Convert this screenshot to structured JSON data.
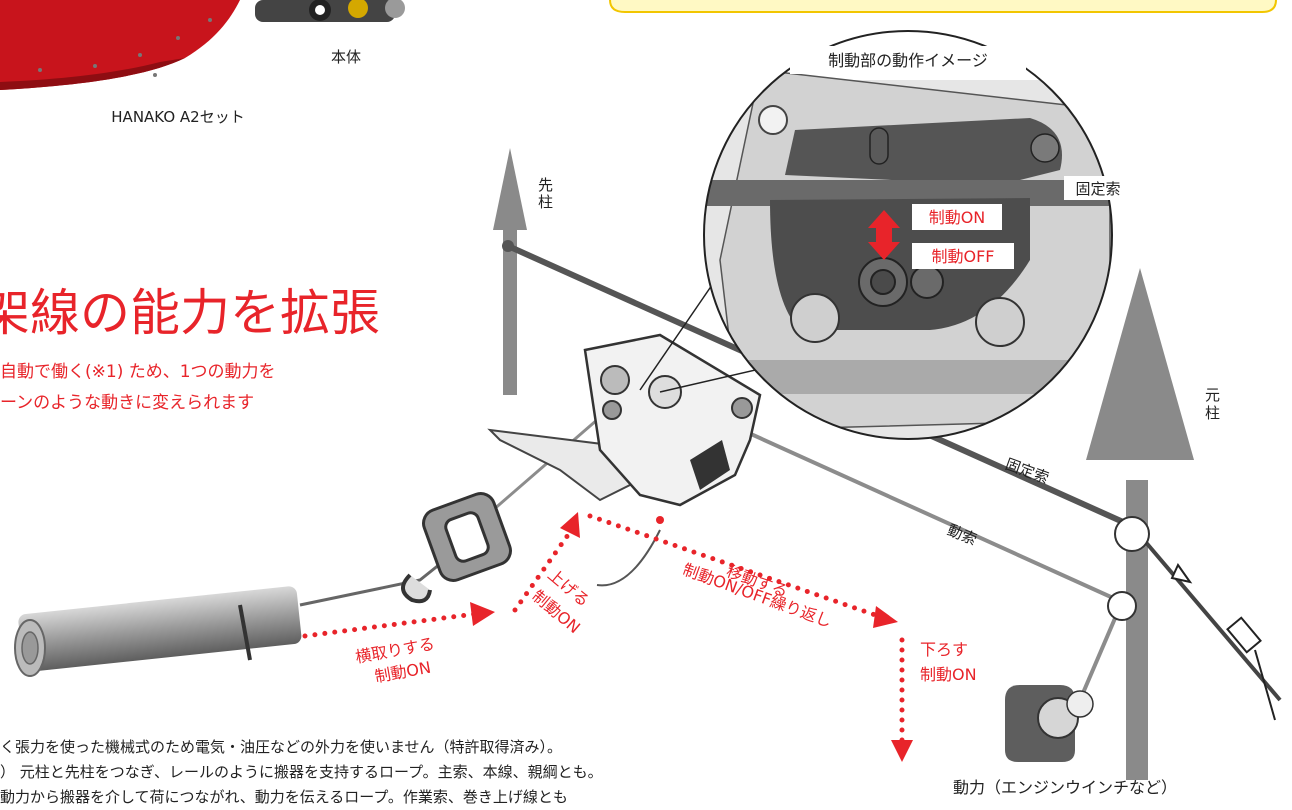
{
  "product": {
    "body_label": "本体",
    "set_label": "HANAKO A2セット"
  },
  "headline": {
    "title": "架線の能力を拡張",
    "lead_line1": "自動で働く(※1) ため、1つの動力を",
    "lead_line2": "ーンのような動きに変えられます"
  },
  "inset": {
    "title": "制動部の動作イメージ",
    "fixed_rope": "固定索",
    "brake_on": "制動ON",
    "brake_off": "制動OFF"
  },
  "poles": {
    "front_pole": "先柱",
    "base_pole": "元柱"
  },
  "ropes": {
    "fixed_rope": "固定索",
    "moving_rope": "動索"
  },
  "steps": {
    "side_pull": "横取りする",
    "side_pull_state": "制動ON",
    "raise": "上げる",
    "raise_state": "制動ON",
    "move": "移動する",
    "move_state": "制動ON/OFF繰り返し",
    "lower": "下ろす",
    "lower_state": "制動ON"
  },
  "power_label": "動力（エンジンウインチなど）",
  "notes": {
    "line1": "く張力を使った機械式のため電気・油圧などの外力を使いません（特許取得済み）。",
    "line2": "） 元柱と先柱をつなぎ、レールのように搬器を支持するロープ。主索、本線、親綱とも。",
    "line3": "動力から搬器を介して荷につながれ、動力を伝えるロープ。作業索、巻き上げ線とも"
  },
  "colors": {
    "accent_red": "#e8242a",
    "callout_yellow": "#fff9c4",
    "callout_border": "#f2c600",
    "tree_gray": "#8a8a8a",
    "fixed_rope_gray": "#555555",
    "moving_rope_gray": "#8c8c8c",
    "machine_red": "#c8141c"
  }
}
